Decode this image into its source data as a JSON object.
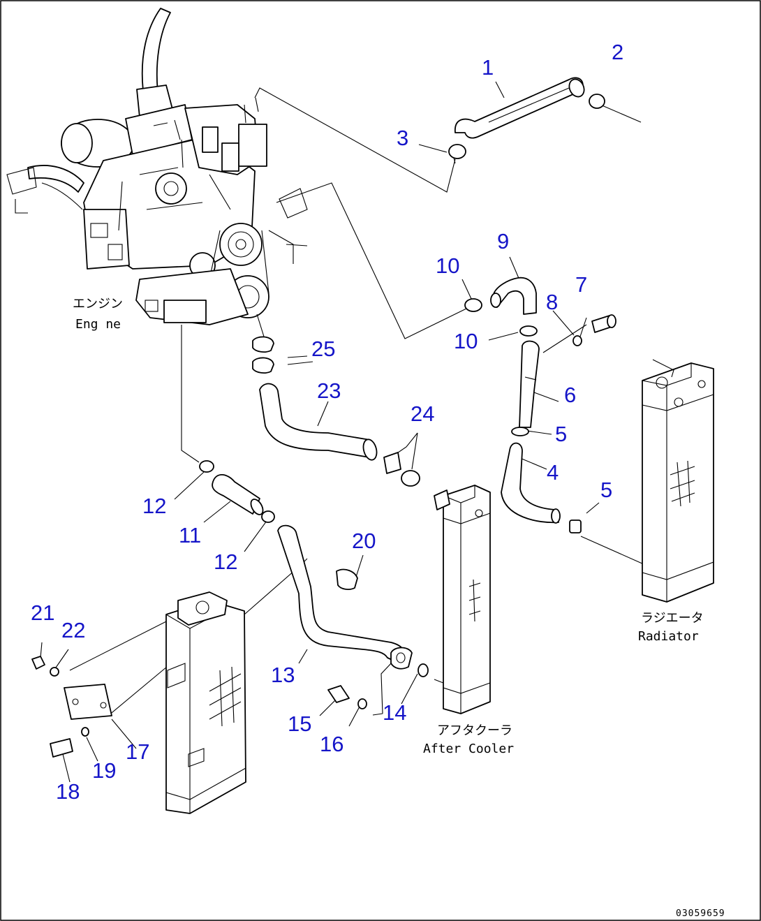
{
  "diagram": {
    "callouts": {
      "c1": "1",
      "c2": "2",
      "c3": "3",
      "c4": "4",
      "c5a": "5",
      "c5b": "5",
      "c6": "6",
      "c7": "7",
      "c8": "8",
      "c9": "9",
      "c10a": "10",
      "c10b": "10",
      "c11": "11",
      "c12a": "12",
      "c12b": "12",
      "c13": "13",
      "c14": "14",
      "c15": "15",
      "c16": "16",
      "c17": "17",
      "c18": "18",
      "c19": "19",
      "c20": "20",
      "c21": "21",
      "c22": "22",
      "c23": "23",
      "c24": "24",
      "c25": "25"
    },
    "labels": {
      "engine_jp": "エンジン",
      "engine_en": "Eng ne",
      "radiator_jp": "ラジエータ",
      "radiator_en": "Radiator",
      "aftercooler_jp": "アフタクーラ",
      "aftercooler_en": "After Cooler"
    },
    "drawing_code": "03059659",
    "colors": {
      "callout": "#1515c8",
      "line": "#000000",
      "background": "#ffffff"
    }
  }
}
